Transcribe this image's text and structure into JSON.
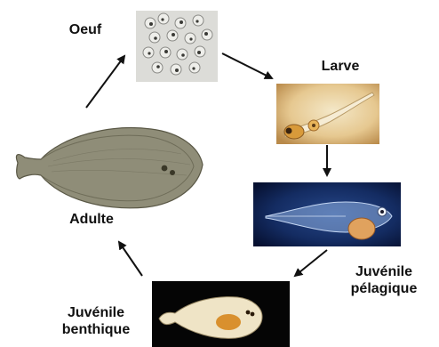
{
  "stages": {
    "oeuf": {
      "label": "Oeuf",
      "image": "fish-eggs-photo"
    },
    "larve": {
      "label": "Larve",
      "image": "fish-larva-photo"
    },
    "juvenile_pelagique": {
      "label": "Juvénile\npélagique",
      "image": "pelagic-juvenile-photo"
    },
    "juvenile_benthique": {
      "label": "Juvénile\nbenthique",
      "image": "benthic-juvenile-photo"
    },
    "adulte": {
      "label": "Adulte",
      "image": "adult-sole-illustration"
    }
  },
  "arrows": [
    "oeuf-to-larve",
    "larve-to-juvenile-pelagique",
    "juvenile-pelagique-to-juvenile-benthique",
    "juvenile-benthique-to-adulte",
    "adulte-to-oeuf"
  ],
  "colors": {
    "text": "#111111",
    "arrow": "#111111",
    "eggs_background": "#dcdcd8",
    "larva_background": "#e2c48e",
    "pelagic_background": "#0b1a3a",
    "benthic_background": "#050505",
    "adult_fish": "#8f8d78"
  }
}
